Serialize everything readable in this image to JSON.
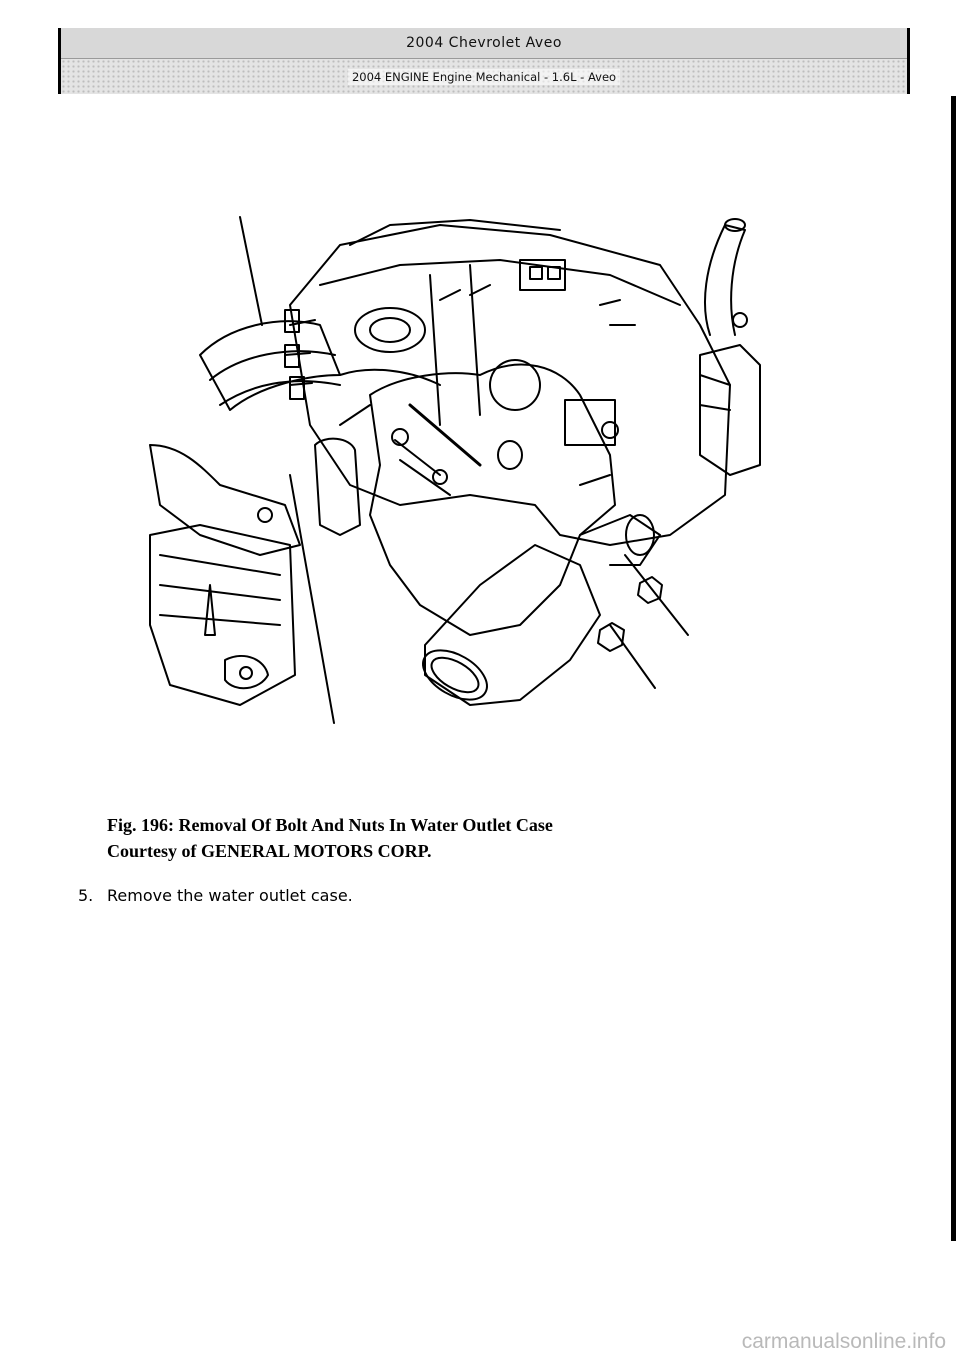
{
  "header": {
    "title": "2004 Chevrolet Aveo",
    "subtitle": "2004 ENGINE Engine Mechanical - 1.6L - Aveo"
  },
  "figure": {
    "caption_line1": "Fig. 196: Removal Of Bolt And Nuts In Water Outlet Case",
    "caption_line2": "Courtesy of GENERAL MOTORS CORP."
  },
  "steps": [
    {
      "number": "5.",
      "text": "Remove the water outlet case."
    }
  ],
  "footer": {
    "watermark": "carmanualsonline.info"
  }
}
